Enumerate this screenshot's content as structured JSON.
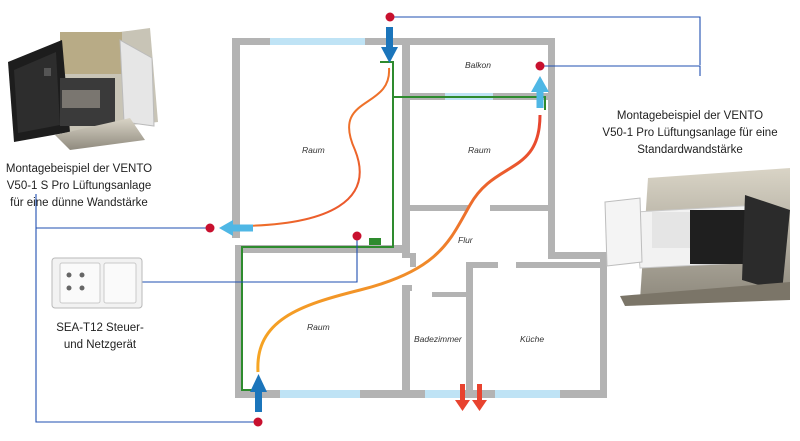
{
  "captions": {
    "left_unit": [
      "Montagebeispiel der VENTO",
      "V50-1 S Pro Lüftungsanlage",
      "für eine dünne Wandstärke"
    ],
    "right_unit": [
      "Montagebeispiel der VENTO",
      "V50-1 Pro Lüftungsanlage für eine",
      "Standardwandstärke"
    ],
    "controller": [
      "SEA-T12 Steuer-",
      "und Netzgerät"
    ]
  },
  "rooms": {
    "balkon": "Balkon",
    "raum_top_left": "Raum",
    "raum_top_right": "Raum",
    "flur": "Flur",
    "raum_bottom": "Raum",
    "badezimmer": "Badezimmer",
    "kueche": "Küche"
  },
  "colors": {
    "wall": "#b3b3b3",
    "window": "#bfe3f5",
    "control_wire": "#2e8b2e",
    "signal_line": "#1f4fb0",
    "sensor_dot": "#c8102e",
    "supply_arrow": "#1b75bb",
    "exhaust_arrow": "#4fb7e5",
    "stale_air_arrow": "#e8432f",
    "airflow_gradient": [
      "#f6a623",
      "#e8432f"
    ]
  },
  "icons": {
    "left_unit": "ventilation-unit-thin-wall-image",
    "right_unit": "ventilation-unit-standard-wall-image",
    "controller": "wall-controller-switch-image"
  }
}
